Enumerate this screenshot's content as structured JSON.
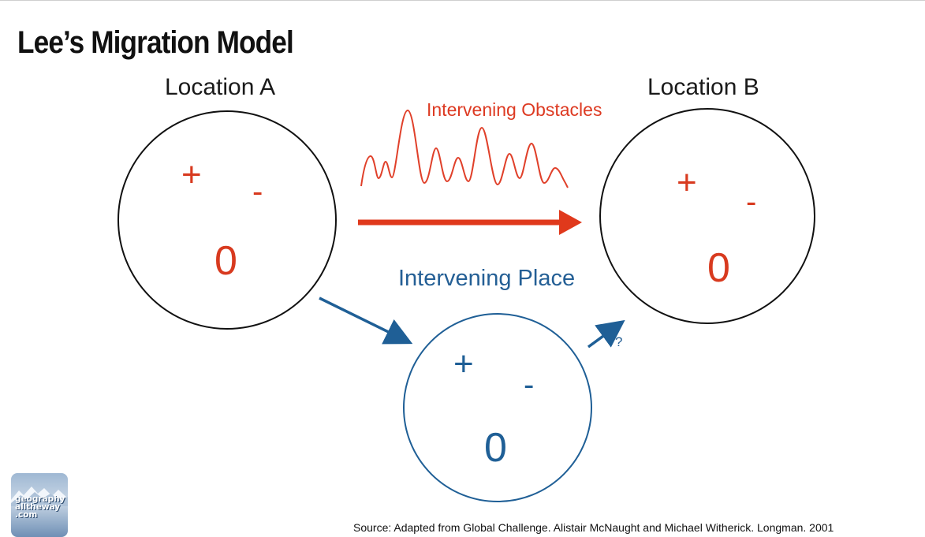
{
  "title": "Lee’s Migration Model",
  "location_a": {
    "label": "Location A",
    "plus": "+",
    "minus": "-",
    "zero": "0"
  },
  "location_b": {
    "label": "Location B",
    "plus": "+",
    "minus": "-",
    "zero": "0"
  },
  "intervening_obstacles": {
    "label": "Intervening Obstacles"
  },
  "intervening_place": {
    "label": "Intervening Place",
    "plus": "+",
    "minus": "-",
    "zero": "0",
    "question_mark": "?"
  },
  "source": "Source:  Adapted from Global Challenge.  Alistair McNaught and Michael Witherick. Longman. 2001",
  "logo": {
    "line1": "geography",
    "line2": "alltheway",
    "line3": ".com"
  },
  "colors": {
    "push_pull_red": "#d83a1f",
    "intervening_blue": "#1f5f96",
    "outline_black": "#111111"
  }
}
